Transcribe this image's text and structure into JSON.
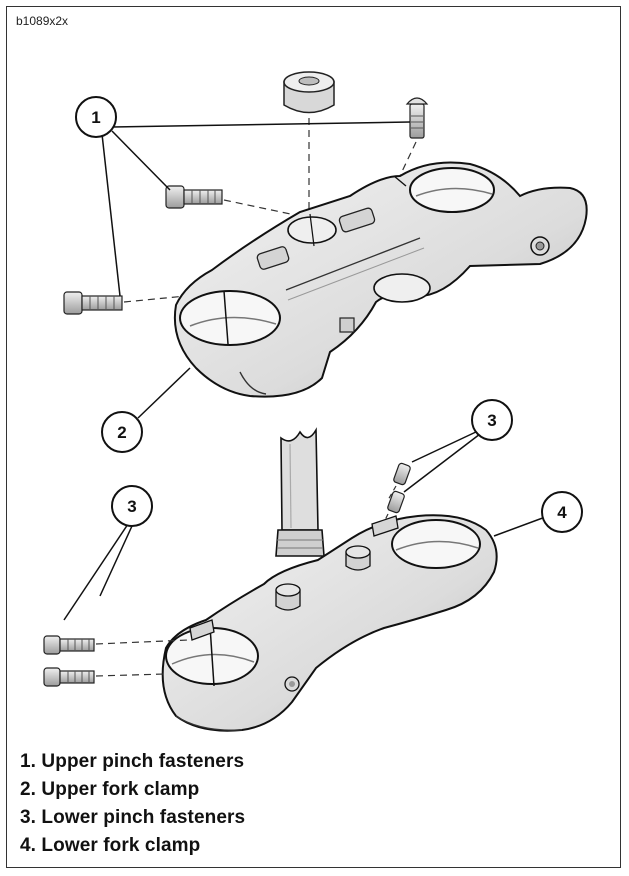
{
  "figure_id": "b1089x2x",
  "callouts": [
    {
      "number": "1"
    },
    {
      "number": "2"
    },
    {
      "number": "3"
    },
    {
      "number": "3"
    },
    {
      "number": "4"
    }
  ],
  "legend": [
    "1. Upper pinch fasteners",
    "2. Upper fork clamp",
    "3. Lower pinch fasteners",
    "4. Lower fork clamp"
  ]
}
